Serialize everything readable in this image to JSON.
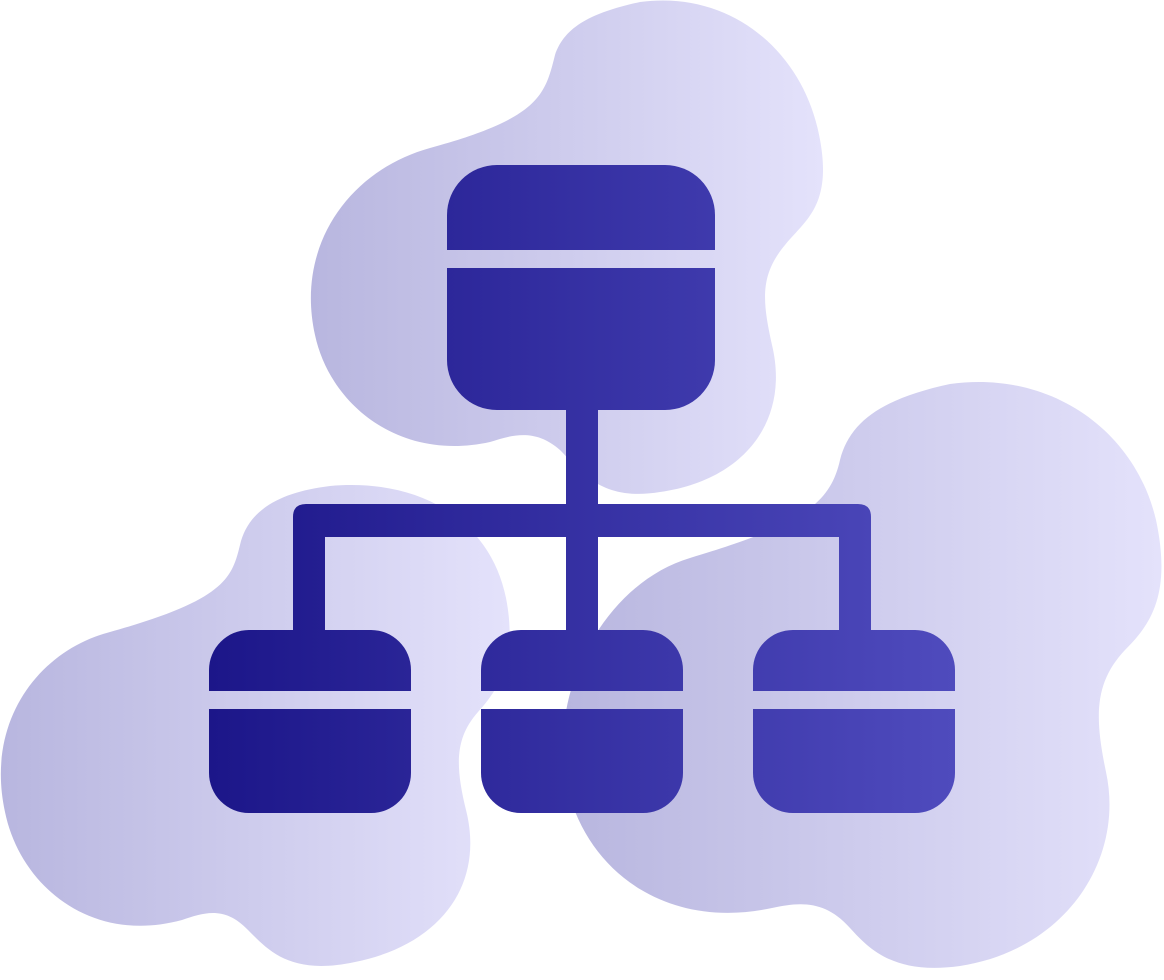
{
  "icon": {
    "name": "hierarchy-structure-icon",
    "nodes": [
      "root-node",
      "child-node-left",
      "child-node-center",
      "child-node-right"
    ]
  },
  "colors": {
    "background": "#ffffff",
    "blob_light": "#e4e2fb",
    "blob_dark": "#b8b6df",
    "icon_dark": "#1c1689",
    "icon_light": "#4f4bbd"
  }
}
